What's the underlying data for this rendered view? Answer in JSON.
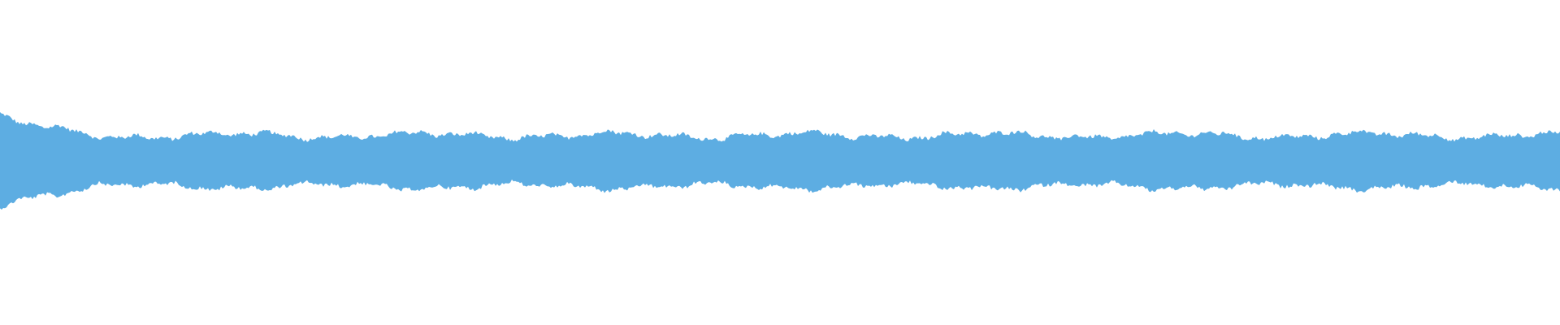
{
  "waveform": {
    "color": "#5DADE2",
    "background": "#FFFFFF",
    "envelope": {
      "attack_amplitude": 1.0,
      "sustain_amplitude": 0.55,
      "decay_fraction": 0.06
    }
  }
}
